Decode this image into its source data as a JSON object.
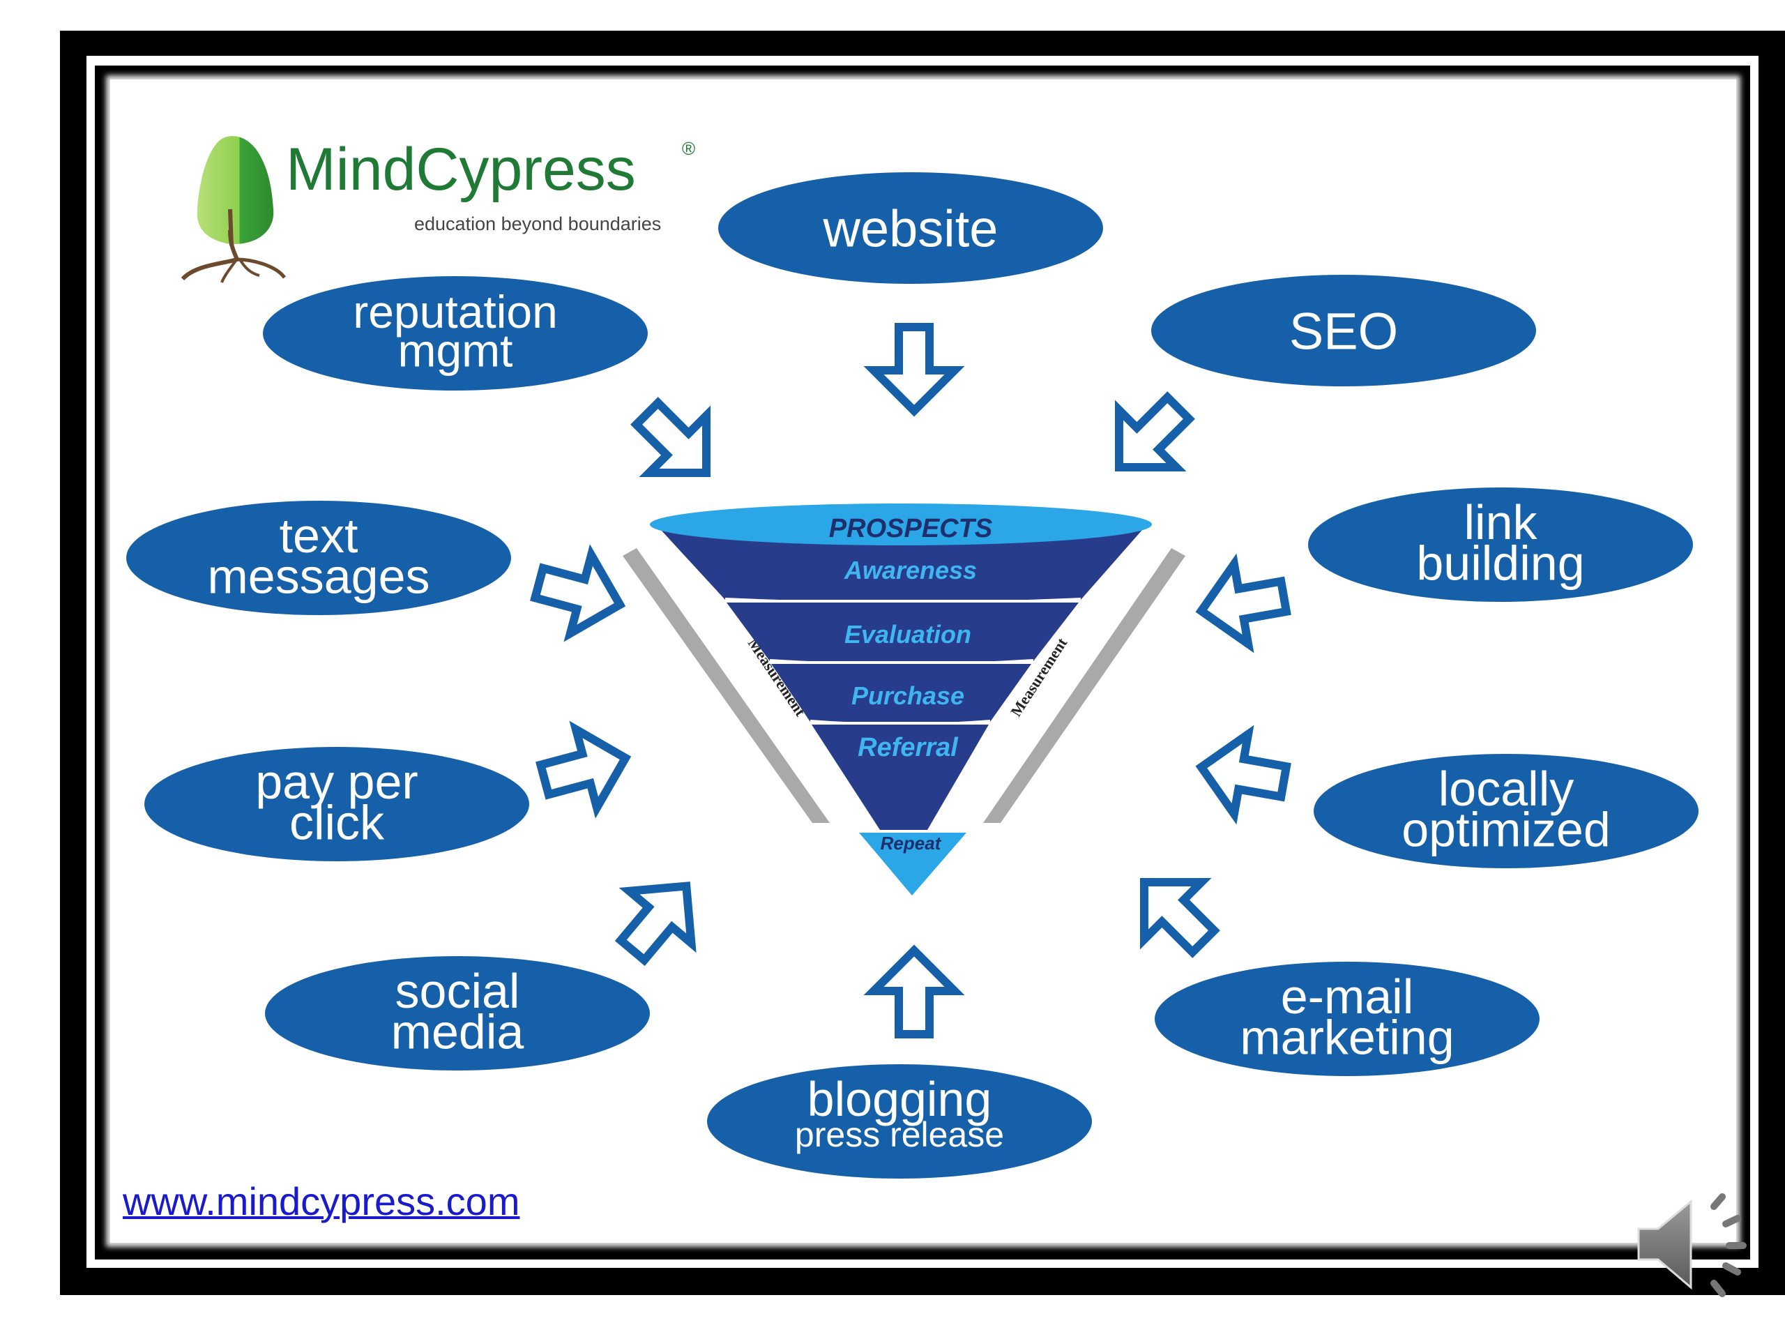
{
  "brand": {
    "name": "MindCypress",
    "registered_mark": "®",
    "tagline": "education beyond boundaries"
  },
  "channels": [
    {
      "id": "website",
      "lines": [
        "website"
      ]
    },
    {
      "id": "reputation-mgmt",
      "lines": [
        "reputation",
        "mgmt"
      ]
    },
    {
      "id": "seo",
      "lines": [
        "SEO"
      ]
    },
    {
      "id": "text-messages",
      "lines": [
        "text",
        "messages"
      ]
    },
    {
      "id": "link-building",
      "lines": [
        "link",
        "building"
      ]
    },
    {
      "id": "pay-per-click",
      "lines": [
        "pay per",
        "click"
      ]
    },
    {
      "id": "locally-optimized",
      "lines": [
        "locally",
        "optimized"
      ]
    },
    {
      "id": "social-media",
      "lines": [
        "social",
        "media"
      ]
    },
    {
      "id": "e-mail-marketing",
      "lines": [
        "e-mail",
        "marketing"
      ]
    },
    {
      "id": "blogging-press-release",
      "lines": [
        "blogging",
        "press release"
      ]
    }
  ],
  "funnel": {
    "top_label": "PROSPECTS",
    "stages": [
      "Awareness",
      "Evaluation",
      "Purchase",
      "Referral"
    ],
    "bottom_label": "Repeat",
    "side_label_left": "Measurement",
    "side_label_right": "Measurement"
  },
  "footer": {
    "url": "www.mindcypress.com"
  },
  "audio_icon": "speaker-icon",
  "colors": {
    "oval_fill": "#1560a8",
    "funnel_dark": "#283c8c",
    "funnel_light": "#2ba6e6",
    "stage_text": "#3fb6f0",
    "brand_green": "#1f7a36",
    "link_blue": "#1a1acc"
  }
}
